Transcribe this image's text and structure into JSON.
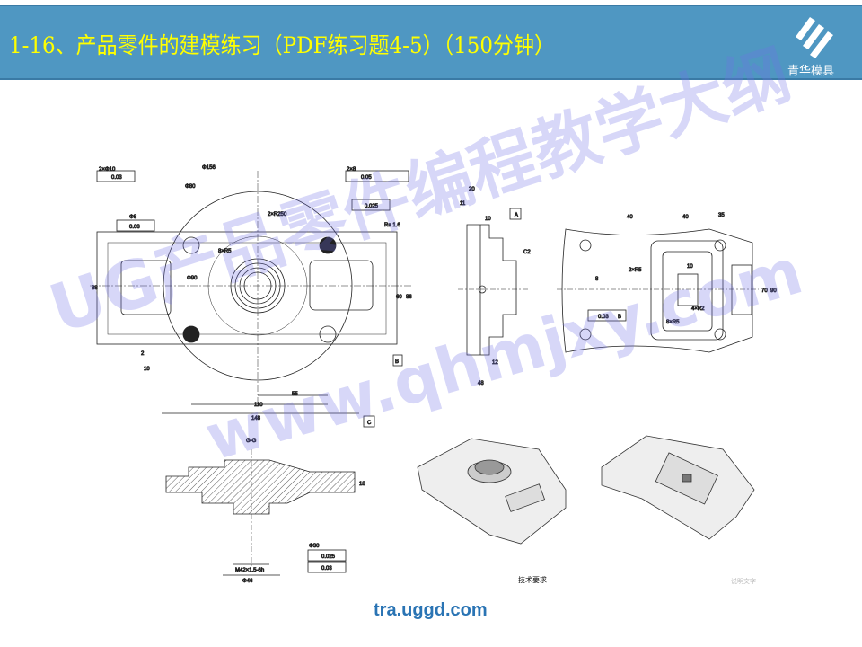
{
  "header": {
    "title": "1-16、产品零件的建模练习（PDF练习题4-5）（150分钟）",
    "logo_text": "青华模具"
  },
  "drawing": {
    "main_view_labels": {
      "hole_pos": "2×Φ10",
      "tol_pos": "0.03",
      "datum_a": "A",
      "datum_b": "B",
      "datum_c": "C",
      "outer_dia": "Φ156",
      "bore": "Φ80",
      "inner_dia": "Φ90",
      "radius": "2×R250",
      "r8": "8×R5",
      "hole_pos2": "2×8",
      "tol_pos2": "0.05",
      "perp": "0.025",
      "sym": "0.03",
      "phi8": "Φ8",
      "d2": "2",
      "d10": "10",
      "d55": "55",
      "d110": "110",
      "d148": "148",
      "d88": "88",
      "d60": "60",
      "d86": "86",
      "rough": "Ra 1.6"
    },
    "side_view_labels": {
      "d20": "20",
      "d11": "11",
      "d10": "10",
      "d12": "12",
      "d48": "48",
      "c2": "C2"
    },
    "right_view_labels": {
      "d40a": "40",
      "d40b": "40",
      "d35": "35",
      "d8": "8",
      "r5": "2×R5",
      "r2": "4×R2",
      "r5b": "8×R5",
      "d10": "10",
      "d90": "90",
      "d70": "70",
      "tol": "0.03",
      "datum": "B"
    },
    "section_view_labels": {
      "title": "G-G",
      "thread": "M42×1.5-6h",
      "d46": "Φ46",
      "d30": "Φ30",
      "tol1": "0.025",
      "tol2": "0.03",
      "d18": "18"
    }
  },
  "watermark": {
    "line1": "UG产品零件编程教学大纲",
    "line2": "www.qhmjxy.com"
  },
  "caption": "技术要求",
  "caption2": "说明文字",
  "footer": {
    "site": "tra.uggd.com"
  },
  "colors": {
    "header_bg": "#4f97c2",
    "title": "#ffff00",
    "site": "#2a74b4"
  }
}
